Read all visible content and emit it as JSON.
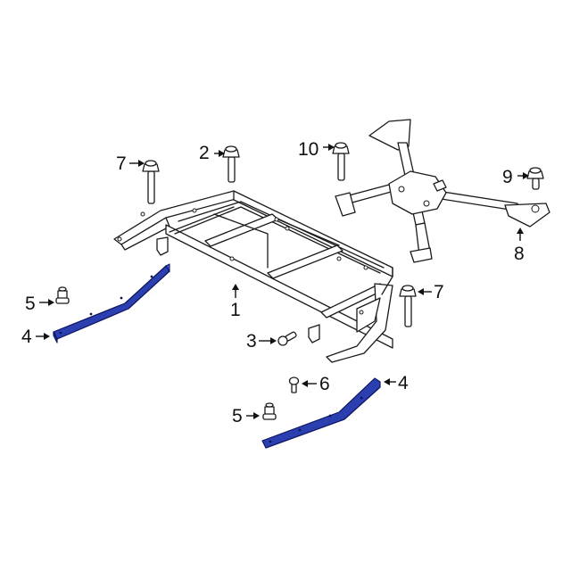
{
  "diagram": {
    "type": "exploded parts diagram",
    "highlight_color": "#2b3fb0",
    "callouts": [
      {
        "id": "c7a",
        "number": "7",
        "part": "bolt"
      },
      {
        "id": "c2",
        "number": "2",
        "part": "bolt"
      },
      {
        "id": "c10",
        "number": "10",
        "part": "bolt"
      },
      {
        "id": "c9",
        "number": "9",
        "part": "bolt"
      },
      {
        "id": "c8",
        "number": "8",
        "part": "x-brace"
      },
      {
        "id": "c1",
        "number": "1",
        "part": "skid plate frame"
      },
      {
        "id": "c5a",
        "number": "5",
        "part": "nut"
      },
      {
        "id": "c4a",
        "number": "4",
        "part": "insulator strip (highlighted)"
      },
      {
        "id": "c3",
        "number": "3",
        "part": "bolt"
      },
      {
        "id": "c7b",
        "number": "7",
        "part": "bolt"
      },
      {
        "id": "c6",
        "number": "6",
        "part": "bolt"
      },
      {
        "id": "c4b",
        "number": "4",
        "part": "insulator strip (highlighted)"
      },
      {
        "id": "c5b",
        "number": "5",
        "part": "nut"
      }
    ]
  }
}
